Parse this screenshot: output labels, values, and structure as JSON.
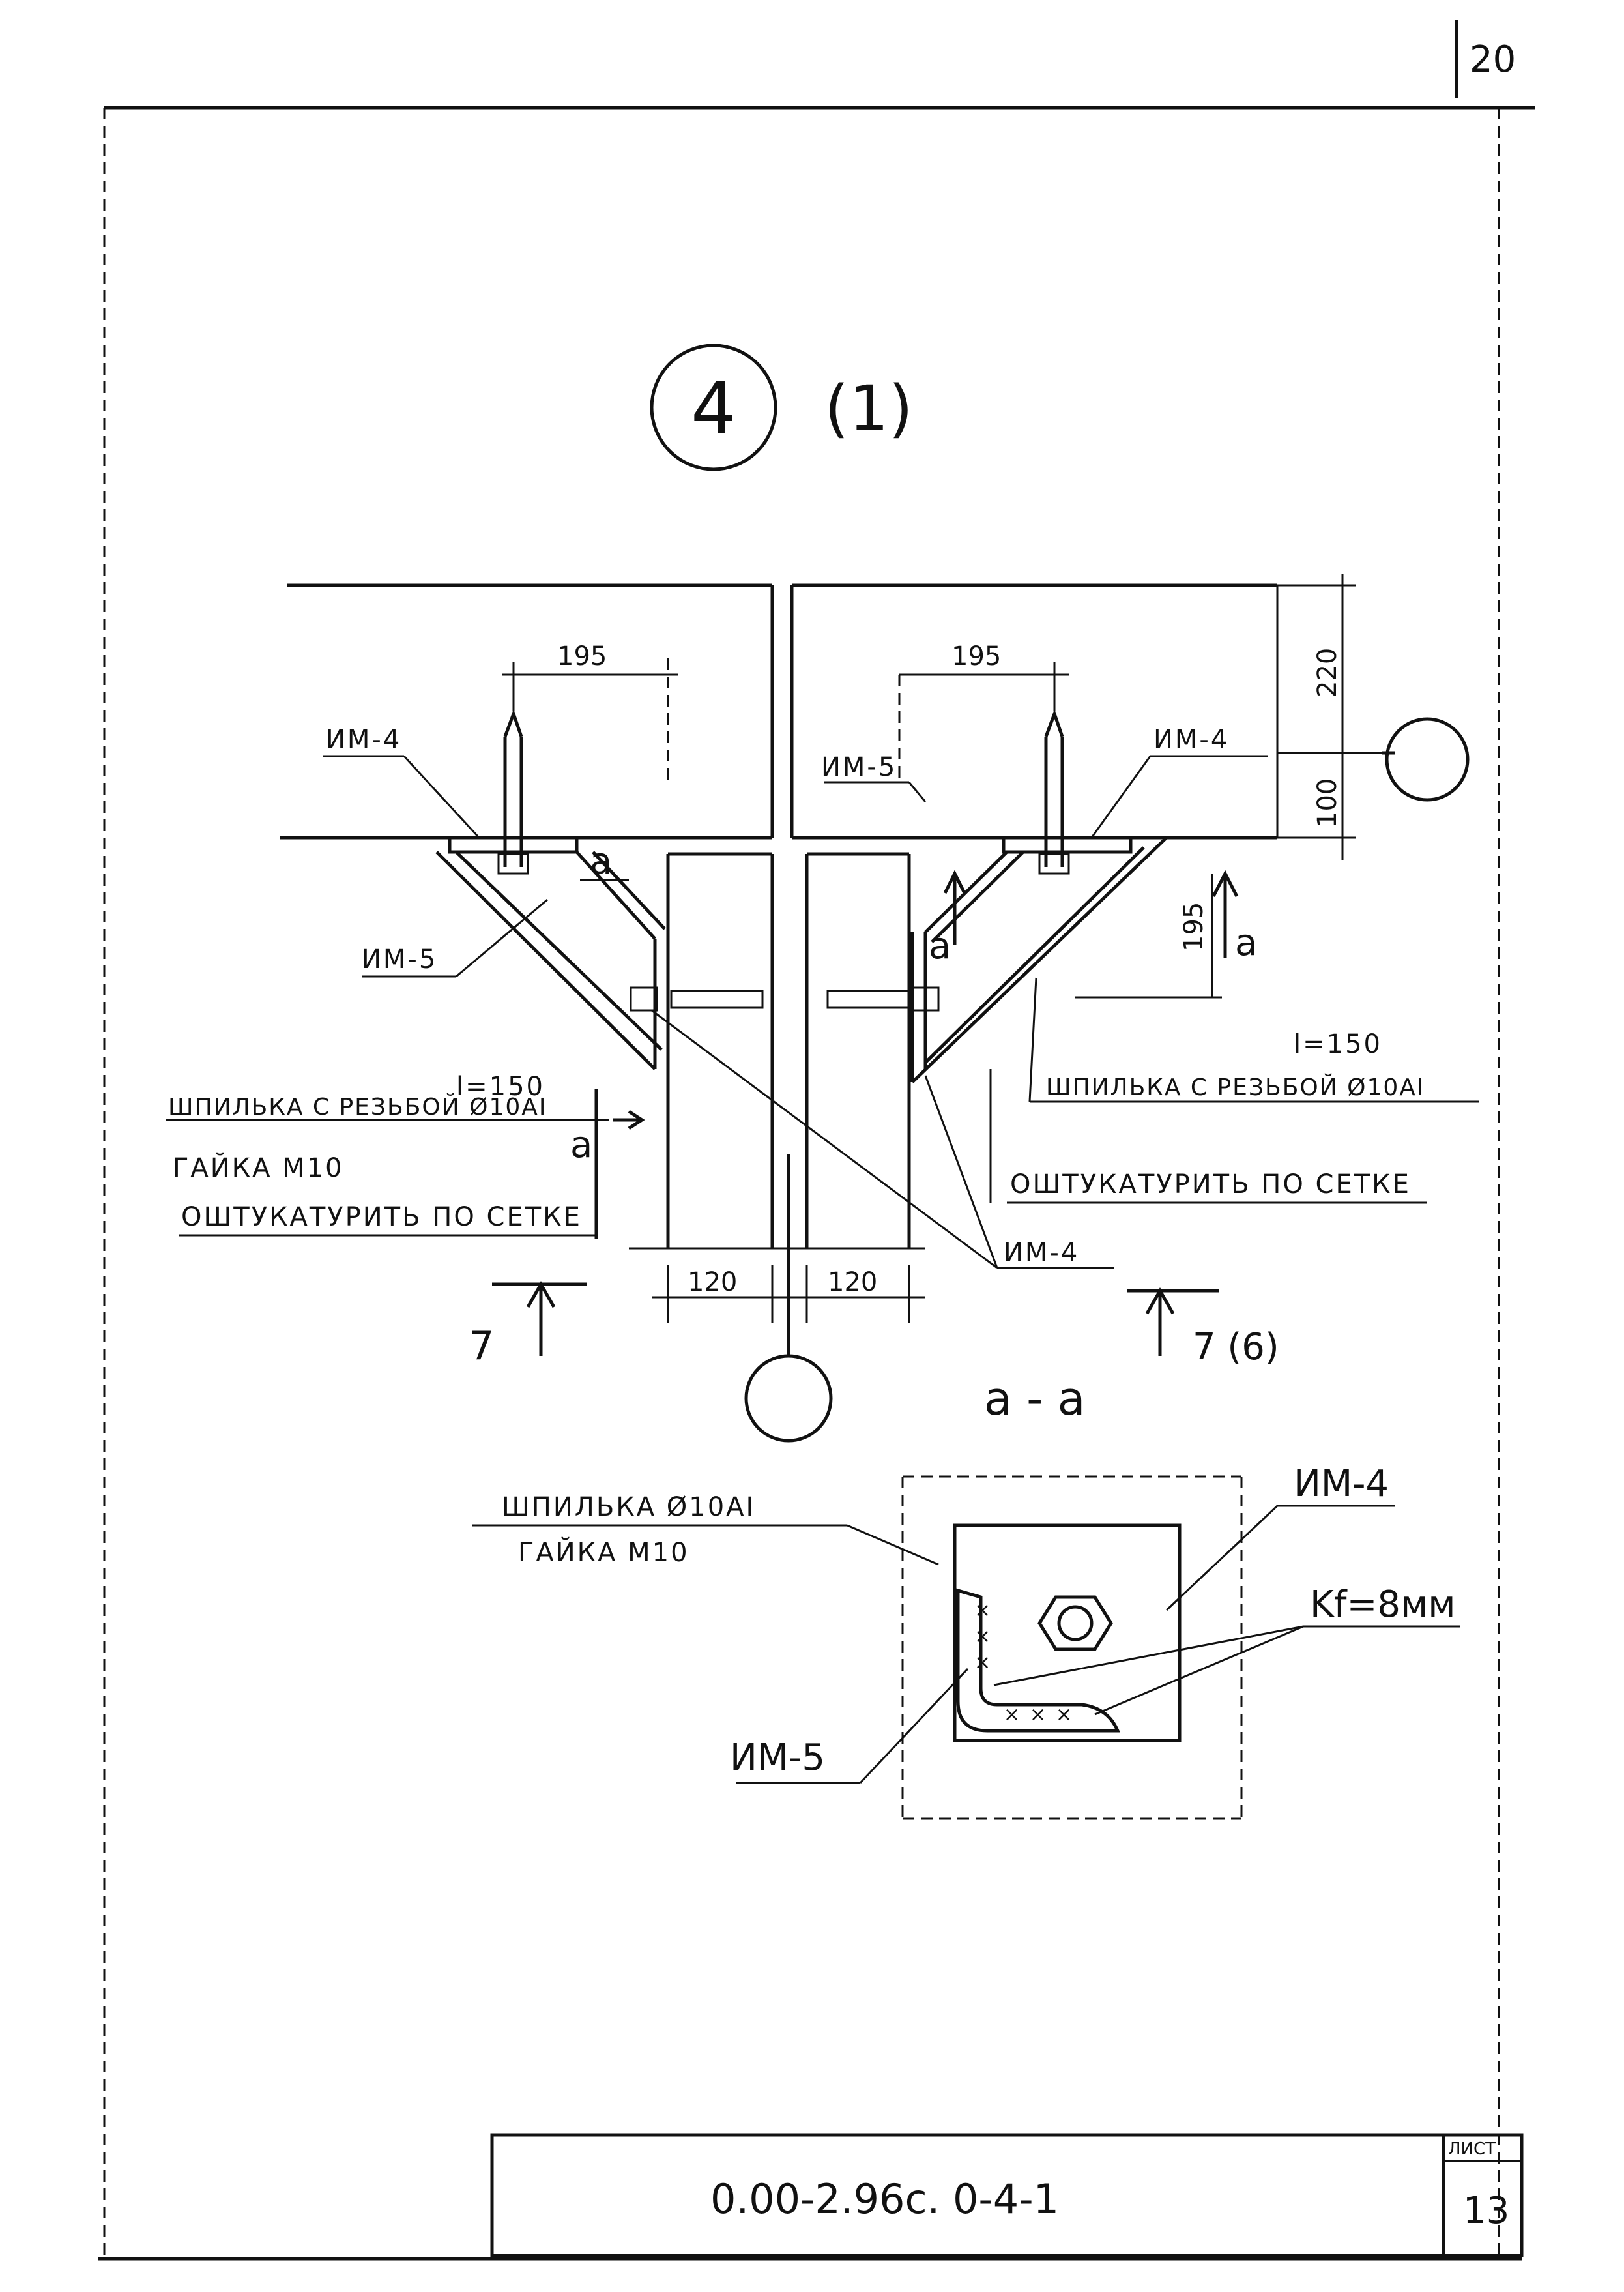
{
  "sheet": {
    "page_number": "20",
    "detail_number": "4",
    "detail_ref": "(1)",
    "section_title": "a - a"
  },
  "labels": {
    "im4": "ИМ-4",
    "im5": "ИМ-5",
    "stud_length": "l=150",
    "stud_threaded": "ШПИЛЬКА С РЕЗЬБОЙ Ø10АI",
    "nut": "ГАЙКА М10",
    "plaster": "ОШТУКАТУРИТЬ ПО СЕТКЕ",
    "section_stud": "ШПИЛЬКА Ø10АI",
    "weld": "Kf=8мм",
    "cut_a": "a",
    "section_7": "7",
    "section_7_6": "7 (6)"
  },
  "dimensions": {
    "left_195": "195",
    "right_195": "195",
    "wall_left_120": "120",
    "wall_right_120": "120",
    "slab_top": "220",
    "slab_bottom": "100",
    "bracket_195": "195"
  },
  "title_block": {
    "doc_code": "0.00-2.96с. 0-4-1",
    "sheet_label": "ЛИСТ",
    "sheet_number": "13"
  }
}
